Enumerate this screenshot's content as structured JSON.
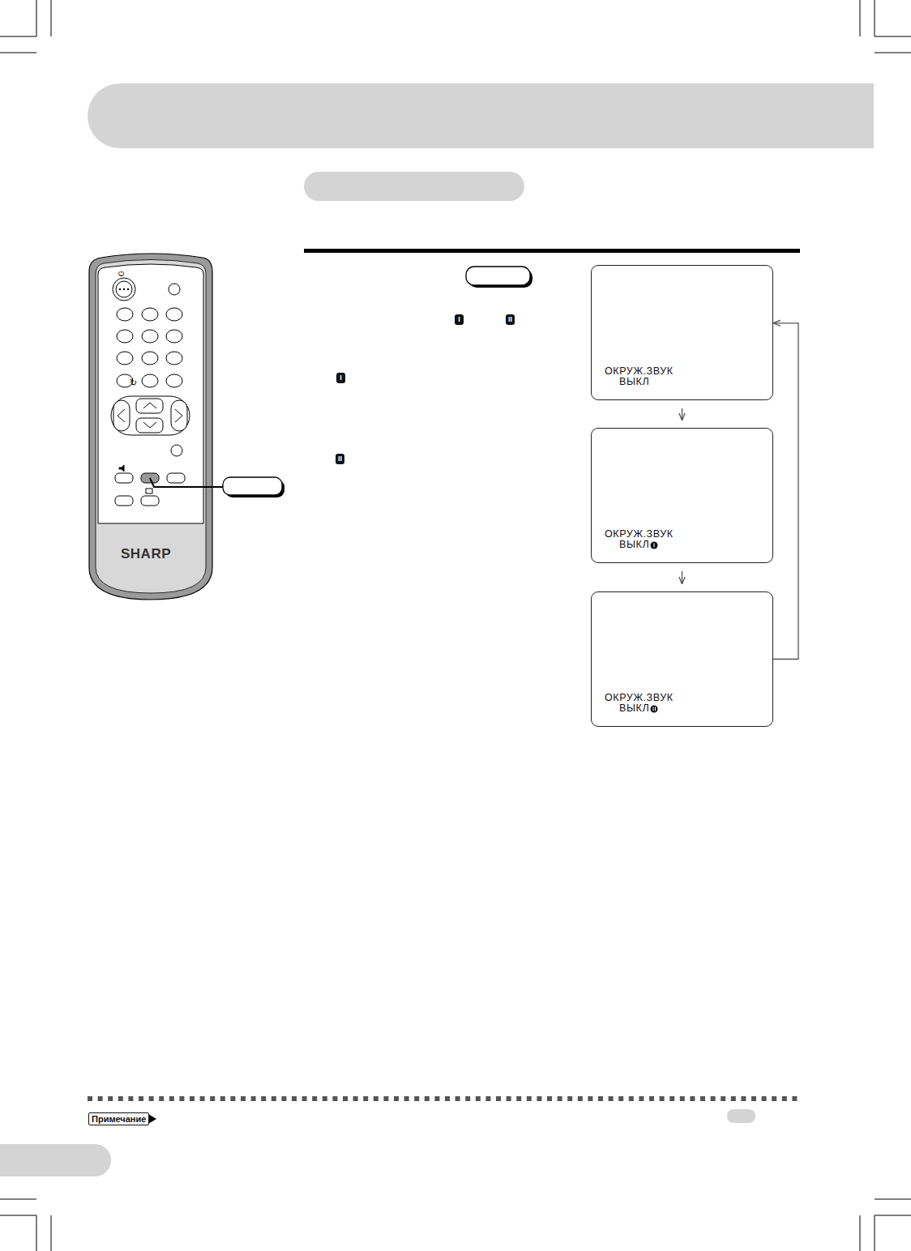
{
  "diagram": {
    "nodes": [
      {
        "text": [
          "ОКРУЖ.ЗВУК",
          "ВЫКЛ"
        ]
      },
      {
        "text": [
          "ОКРУЖ.ЗВУК",
          "ВЫКЛ"
        ]
      },
      {
        "text": [
          "ОКРУЖ.ЗВУК",
          "ВЫКЛ"
        ]
      }
    ],
    "edges": [
      {
        "from": 0,
        "to": 1,
        "arrow": "to"
      },
      {
        "from": 1,
        "to": 2,
        "arrow": "to"
      },
      {
        "from": 2,
        "to": 0,
        "arrow": "to"
      }
    ],
    "labels": [
      "I",
      "II",
      "I",
      "II",
      "SHARP",
      "Примечание"
    ]
  }
}
